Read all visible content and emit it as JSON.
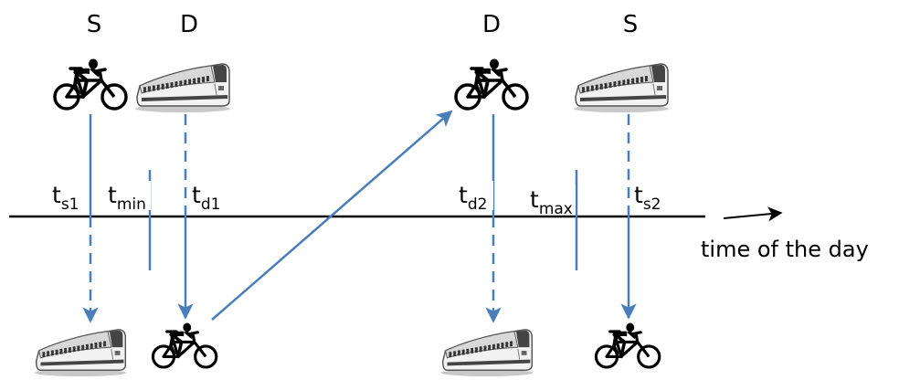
{
  "columns": {
    "left_source": "S",
    "left_destination": "D",
    "right_destination": "D",
    "right_source": "S"
  },
  "time_labels": {
    "ts1": {
      "base": "t",
      "sub": "s1"
    },
    "tmin": {
      "base": "t",
      "sub": "min"
    },
    "td1": {
      "base": "t",
      "sub": "d1"
    },
    "td2": {
      "base": "t",
      "sub": "d2"
    },
    "tmax": {
      "base": "t",
      "sub": "max"
    },
    "ts2": {
      "base": "t",
      "sub": "s2"
    }
  },
  "axis_label": "time of the day",
  "icons": [
    "bicycle-icon",
    "train-icon"
  ],
  "colors": {
    "arrow": "#4a7ebb",
    "axis": "#000000",
    "train_body": "#d8d8d8",
    "cyclist": "#000000"
  }
}
